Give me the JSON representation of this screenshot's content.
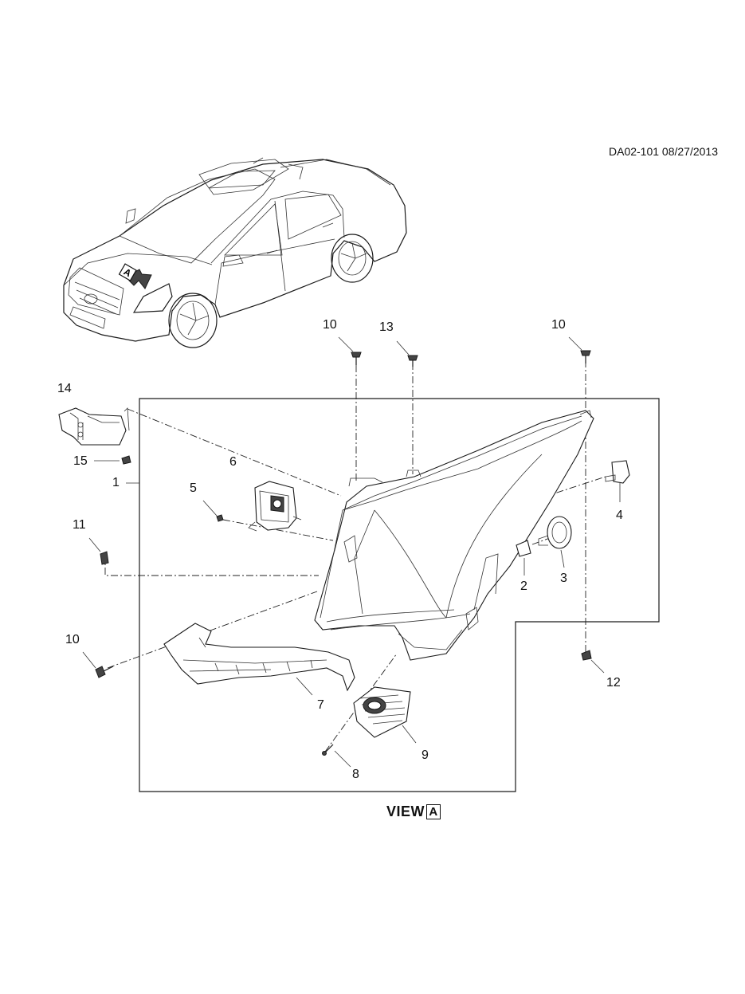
{
  "document": {
    "id_date": "DA02-101 08/27/2013",
    "view_title": "VIEW",
    "view_letter": "A",
    "vehicle_view_marker": "A"
  },
  "callouts": {
    "c1": "1",
    "c2": "2",
    "c3": "3",
    "c4": "4",
    "c5": "5",
    "c6": "6",
    "c7": "7",
    "c8": "8",
    "c9": "9",
    "c10_left_top": "10",
    "c10_right_top": "10",
    "c10_bottom": "10",
    "c11": "11",
    "c12": "12",
    "c13": "13",
    "c14": "14",
    "c15": "15"
  }
}
